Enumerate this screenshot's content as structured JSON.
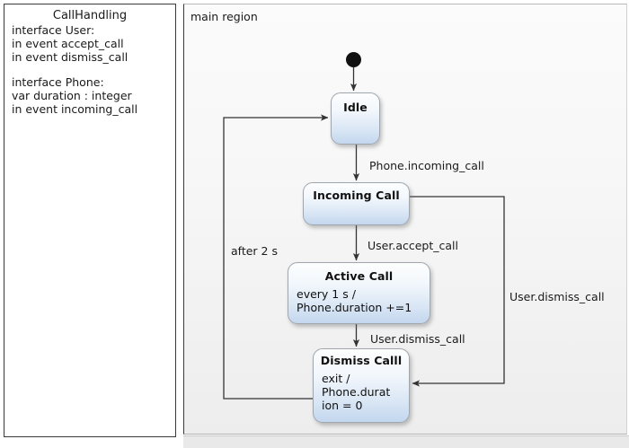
{
  "declarations": {
    "title": "CallHandling",
    "lines": [
      "interface User:",
      "in event accept_call",
      "in event dismiss_call",
      "",
      "interface Phone:",
      "var duration : integer",
      "in event incoming_call"
    ]
  },
  "region": {
    "label": "main region"
  },
  "states": [
    {
      "id": "idle",
      "name": "Idle",
      "body": ""
    },
    {
      "id": "incoming",
      "name": "Incoming Call",
      "body": ""
    },
    {
      "id": "active",
      "name": "Active Call",
      "body": "every 1 s /\nPhone.duration +=1"
    },
    {
      "id": "dismiss",
      "name": "Dismiss Calll",
      "body": "exit /\nPhone.durat\nion = 0"
    }
  ],
  "transitions": [
    {
      "id": "t-initial",
      "from": "initial",
      "to": "idle",
      "label": ""
    },
    {
      "id": "t-incoming",
      "from": "idle",
      "to": "incoming",
      "label": "Phone.incoming_call"
    },
    {
      "id": "t-accept",
      "from": "incoming",
      "to": "active",
      "label": "User.accept_call"
    },
    {
      "id": "t-dismiss",
      "from": "active",
      "to": "dismiss",
      "label": "User.dismiss_call"
    },
    {
      "id": "t-dismiss-r",
      "from": "incoming",
      "to": "dismiss",
      "label": "User.dismiss_call"
    },
    {
      "id": "t-after2s",
      "from": "dismiss",
      "to": "idle",
      "label": "after 2 s"
    }
  ],
  "colors": {
    "state_border": "#9fa6ad",
    "state_fill_top": "#fdfefe",
    "state_fill_bottom": "#c3d7ee",
    "edge": "#333333",
    "panel_border": "#3a3a3a",
    "region_bg": "#f5f5f5",
    "initial_node": "#111111"
  }
}
